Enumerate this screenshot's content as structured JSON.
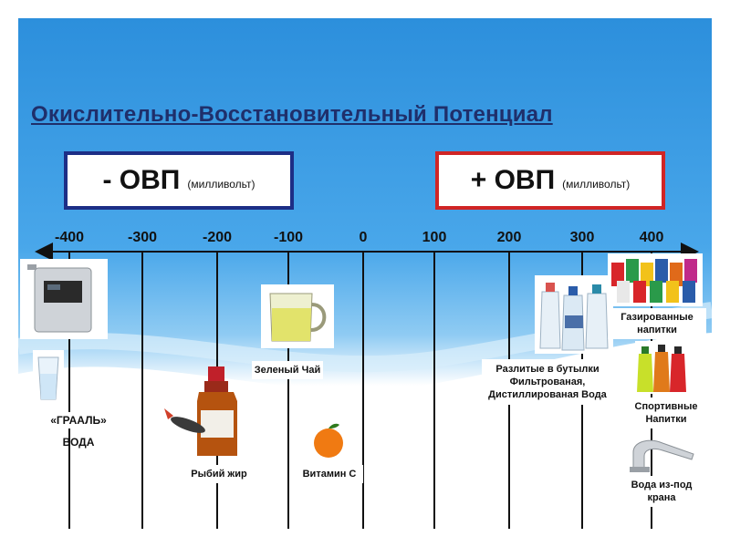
{
  "title": "Окислительно-Восстановительный Потенциал",
  "negative_box": {
    "sign": "- ОВП",
    "unit": "(милливольт)"
  },
  "positive_box": {
    "sign": "+ ОВП",
    "unit": "(милливольт)"
  },
  "scale": {
    "ticks": [
      "-400",
      "-300",
      "-200",
      "-100",
      "0",
      "100",
      "200",
      "300",
      "400"
    ]
  },
  "items": {
    "grail_water_line1": "«ГРААЛЬ»",
    "grail_water_line2": "ВОДА",
    "fish_oil": "Рыбий жир",
    "green_tea": "Зеленый Чай",
    "vitamin_c": "Витамин С",
    "bottled_water": "Разлитые в бутылки Фильтрованая, Дистиллированая Вода",
    "soda": "Газированные напитки",
    "sports_drinks": "Спортивные Напитки",
    "tap_water": "Вода из-под крана"
  }
}
